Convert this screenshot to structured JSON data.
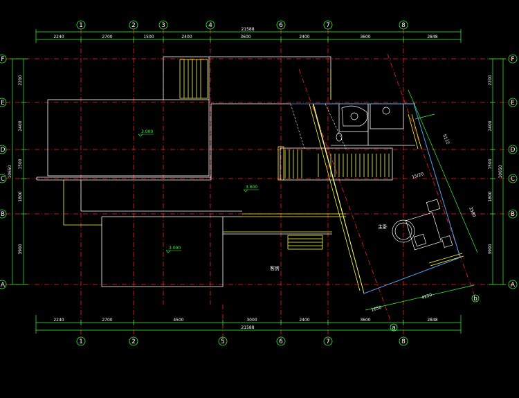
{
  "drawing": {
    "background": "#000000",
    "colors": {
      "dimension": "#33ff33",
      "axis_line": "#ff2020",
      "wall": "#ffffff",
      "window": "#ffff33",
      "accent": "#3399ff",
      "text": "#ffffff"
    }
  },
  "top_dims": {
    "total": "21588",
    "segments": [
      "2240",
      "2700",
      "1500",
      "2400",
      "3600",
      "2400",
      "3600",
      "2848"
    ]
  },
  "bottom_dims": {
    "total": "21588",
    "segments": [
      "2240",
      "2700",
      "4500",
      "3000",
      "2400",
      "3600",
      "2848"
    ]
  },
  "top_axes": [
    "1",
    "2",
    "3",
    "4",
    "6",
    "7",
    "8"
  ],
  "bottom_axes": [
    "1",
    "2",
    "5",
    "6",
    "7",
    "8"
  ],
  "row_axes": [
    "F",
    "E",
    "D",
    "C",
    "B",
    "A"
  ],
  "left_dims": {
    "total": "10650",
    "segments": [
      "2200",
      "2400",
      "1500",
      "1800",
      "3900"
    ]
  },
  "right_dims": {
    "total": "10650",
    "segments": [
      "2200",
      "2400",
      "1500",
      "1800",
      "3900"
    ]
  },
  "levels": [
    "3.000",
    "3.600",
    "3.000"
  ],
  "rooms": {
    "room1": "客房",
    "room2": "主卧"
  },
  "rotated": {
    "axis_a": "a",
    "axis_b": "b",
    "dims": [
      "5112",
      "4220",
      "1650",
      "3580",
      "15/20"
    ]
  }
}
